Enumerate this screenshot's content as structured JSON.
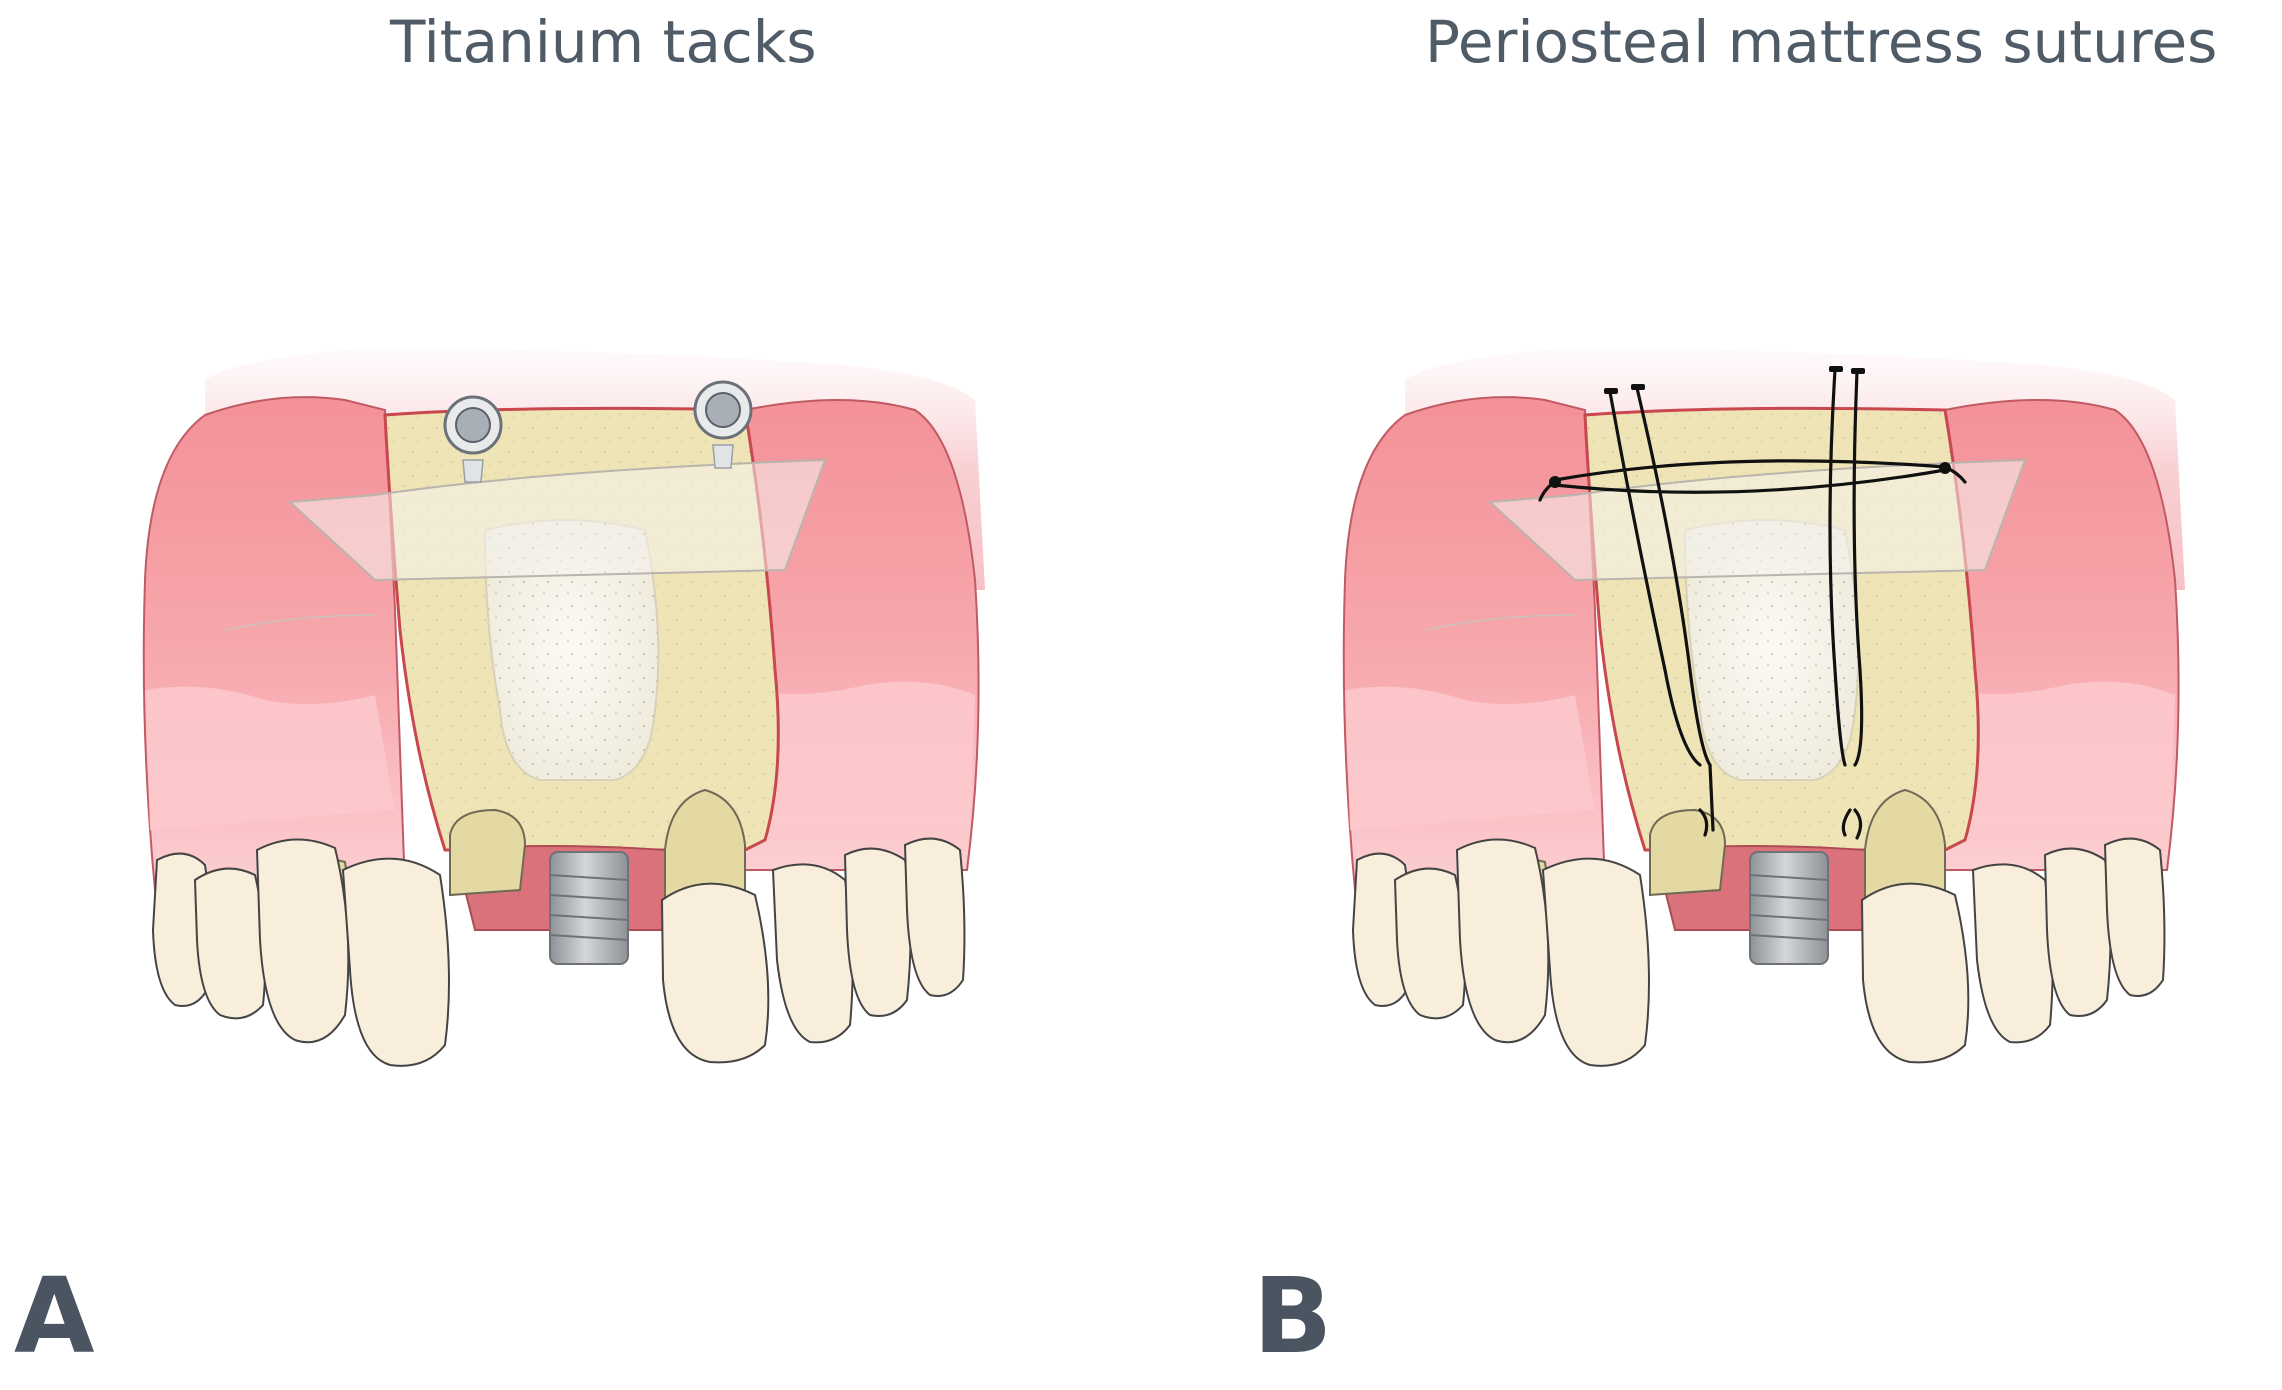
{
  "panels": [
    {
      "letter": "A",
      "title": "Titanium tacks"
    },
    {
      "letter": "B",
      "title": "Periosteal mattress sutures"
    }
  ],
  "colors": {
    "gingiva": "#f4a3a8",
    "gingiva_dark": "#f08d94",
    "gingiva_light": "#fbd2d5",
    "bone": "#efe6b8",
    "graft": "#f7f5ec",
    "tooth": "#f8ecd6",
    "tooth_root": "#e5d9a6",
    "membrane": "#f4f1ec",
    "implant": "#b5b8bb",
    "tack": "#9ba2aa",
    "suture": "#111111",
    "text": "#4f5b66"
  }
}
